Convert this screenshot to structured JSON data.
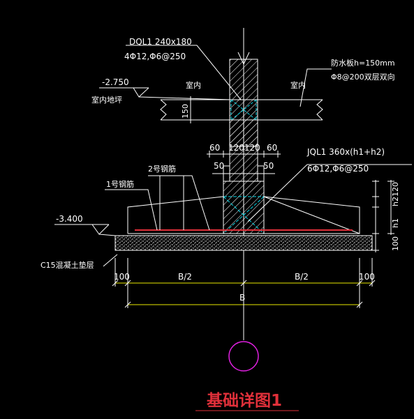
{
  "drawing": {
    "title": "基础详图1",
    "colors": {
      "background": "#000000",
      "line": "#ffffff",
      "yellow": "#e8e800",
      "cyan": "#00d8e8",
      "red": "#e0303a",
      "magenta": "#e020e0"
    },
    "labels": {
      "dql1_name": "DQL1 240x180",
      "dql1_rebar": "4Φ12,Φ6@250",
      "waterproof_1": "防水板h=150mm",
      "waterproof_2": "Φ8@200双层双向",
      "elev_floor": "-2.750",
      "floor_text": "室内地坪",
      "indoor_left": "室内",
      "indoor_right": "室内",
      "dim_150": "150",
      "jql1_name": "JQL1 360x(h1+h2)",
      "jql1_rebar": "6Φ12,Φ6@250",
      "dim_60_left": "60",
      "dim_120_120": "120120",
      "dim_60_right": "60",
      "dim_50_left": "50",
      "dim_50_right": "50",
      "rebar_1": "1号钢筋",
      "rebar_2": "2号钢筋",
      "dim_120_right": "120",
      "dim_h2": "h2",
      "dim_h1": "h1",
      "dim_100_right": "100",
      "elev_bottom": "-3.400",
      "c15": "C15混凝土垫层",
      "dim_100_left": "100",
      "dim_b2_left": "B/2",
      "dim_b2_right": "B/2",
      "dim_100_right_bottom": "100",
      "dim_b": "B"
    }
  }
}
